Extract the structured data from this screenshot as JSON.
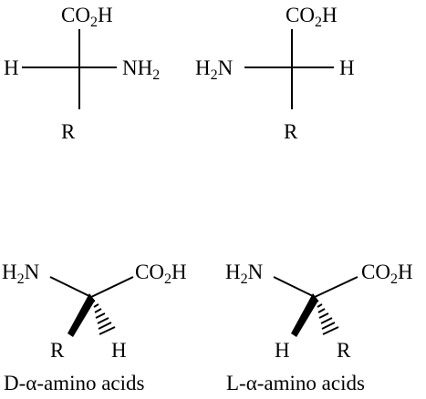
{
  "atoms": {
    "co2h_main": "CO",
    "co2h_sub": "2",
    "co2h_tail": "H",
    "h": "H",
    "r": "R",
    "nh2_main": "NH",
    "nh2_sub": "2",
    "h2n_head": "H",
    "h2n_sub": "2",
    "h2n_tail": "N"
  },
  "captions": {
    "d_label": "D-α-amino acids",
    "l_label": "L-α-amino acids"
  }
}
